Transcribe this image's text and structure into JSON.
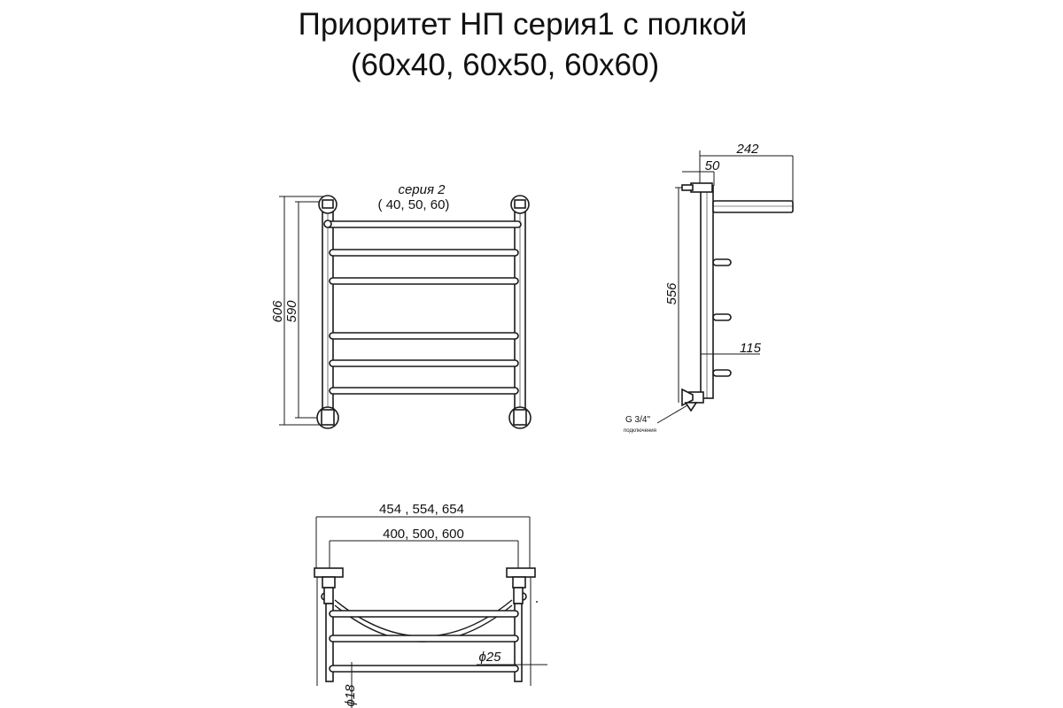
{
  "title": {
    "line1": "Приоритет НП серия1 с полкой",
    "line2": "(60х40, 60х50, 60х60)"
  },
  "front_view": {
    "series_label": "серия 2",
    "sizes_label": "( 40, 50, 60)",
    "dim_outer_height": "606",
    "dim_inner_height": "590"
  },
  "side_view": {
    "dim_depth": "242",
    "dim_offset": "50",
    "dim_height": "556",
    "dim_lower": "115",
    "connection_label": "G 3/4\"",
    "connection_sub": "подключения"
  },
  "top_view": {
    "dim_outer_widths": "454 , 554, 654",
    "dim_inner_widths": "400, 500, 600",
    "dim_rail_diameter": "ϕ25",
    "dim_bar_diameter": "ϕ18"
  }
}
